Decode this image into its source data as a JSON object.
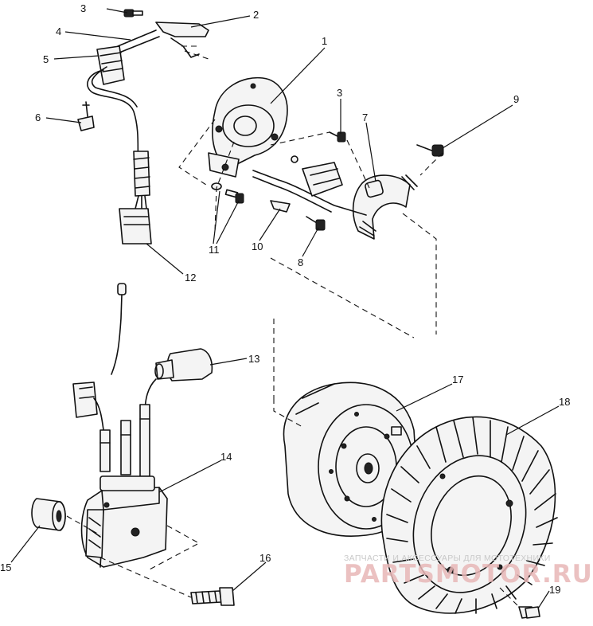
{
  "callouts": [
    {
      "id": "1",
      "label": "1"
    },
    {
      "id": "2",
      "label": "2"
    },
    {
      "id": "3a",
      "label": "3"
    },
    {
      "id": "3b",
      "label": "3"
    },
    {
      "id": "4",
      "label": "4"
    },
    {
      "id": "5",
      "label": "5"
    },
    {
      "id": "6",
      "label": "6"
    },
    {
      "id": "7",
      "label": "7"
    },
    {
      "id": "8",
      "label": "8"
    },
    {
      "id": "9",
      "label": "9"
    },
    {
      "id": "10",
      "label": "10"
    },
    {
      "id": "11",
      "label": "11"
    },
    {
      "id": "12",
      "label": "12"
    },
    {
      "id": "13",
      "label": "13"
    },
    {
      "id": "14",
      "label": "14"
    },
    {
      "id": "15",
      "label": "15"
    },
    {
      "id": "16",
      "label": "16"
    },
    {
      "id": "17",
      "label": "17"
    },
    {
      "id": "18",
      "label": "18"
    },
    {
      "id": "19",
      "label": "19"
    }
  ],
  "watermark": {
    "caption": "ЗАПЧАСТИ И АКСЕССУАРЫ ДЛЯ МОТОТЕХНИКИ",
    "brand": "PARTSMOTOR.RU"
  }
}
